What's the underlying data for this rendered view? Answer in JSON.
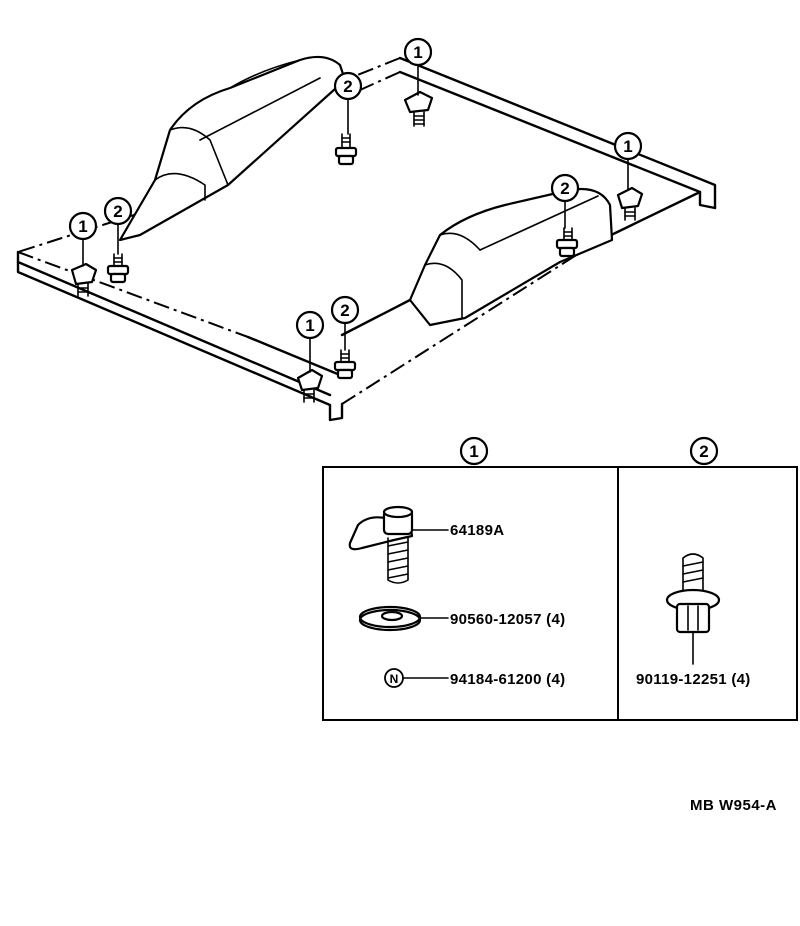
{
  "callouts": {
    "one": "1",
    "two": "2"
  },
  "detail_panel": {
    "group_1": {
      "header": "1",
      "parts": [
        {
          "number": "64189A"
        },
        {
          "number": "90560-12057 (4)"
        },
        {
          "number": "94184-61200 (4)",
          "symbol": "N"
        }
      ]
    },
    "group_2": {
      "header": "2",
      "parts": [
        {
          "number": "90119-12251 (4)"
        }
      ]
    }
  },
  "drawing_code": "MB W954-A"
}
